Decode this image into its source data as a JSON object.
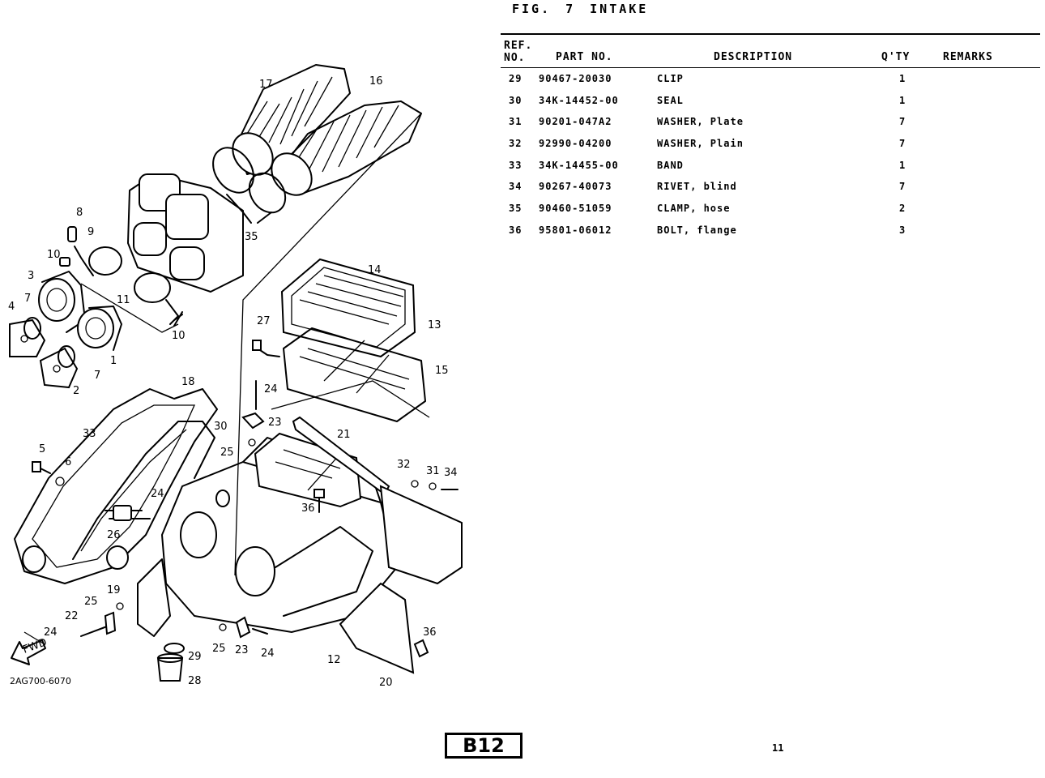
{
  "figure": {
    "label": "FIG.",
    "number": "7",
    "title": "INTAKE"
  },
  "table": {
    "headers": {
      "ref_line1": "REF.",
      "ref_line2": "NO.",
      "part_no": "PART NO.",
      "description": "DESCRIPTION",
      "qty": "Q'TY",
      "remarks": "REMARKS"
    },
    "rows": [
      {
        "ref": "29",
        "part_no": "90467-20030",
        "description": "CLIP",
        "qty": "1",
        "remarks": ""
      },
      {
        "ref": "30",
        "part_no": "34K-14452-00",
        "description": "SEAL",
        "qty": "1",
        "remarks": ""
      },
      {
        "ref": "31",
        "part_no": "90201-047A2",
        "description": "WASHER, Plate",
        "qty": "7",
        "remarks": ""
      },
      {
        "ref": "32",
        "part_no": "92990-04200",
        "description": "WASHER, Plain",
        "qty": "7",
        "remarks": ""
      },
      {
        "ref": "33",
        "part_no": "34K-14455-00",
        "description": "BAND",
        "qty": "1",
        "remarks": ""
      },
      {
        "ref": "34",
        "part_no": "90267-40073",
        "description": "RIVET, blind",
        "qty": "7",
        "remarks": ""
      },
      {
        "ref": "35",
        "part_no": "90460-51059",
        "description": "CLAMP, hose",
        "qty": "2",
        "remarks": ""
      },
      {
        "ref": "36",
        "part_no": "95801-06012",
        "description": "BOLT, flange",
        "qty": "3",
        "remarks": ""
      }
    ]
  },
  "diagram": {
    "illustration_code": "2AG700-6070",
    "front_marker": "FWD",
    "callouts": [
      "17",
      "16",
      "8",
      "9",
      "35",
      "10",
      "3",
      "11",
      "14",
      "7",
      "4",
      "10",
      "1",
      "27",
      "13",
      "7",
      "2",
      "24",
      "15",
      "18",
      "33",
      "30",
      "23",
      "21",
      "5",
      "25",
      "6",
      "32",
      "31",
      "34",
      "24",
      "36",
      "26",
      "19",
      "25",
      "22",
      "36",
      "24",
      "29",
      "25",
      "23",
      "24",
      "12",
      "28",
      "20"
    ]
  },
  "footer": {
    "badge": "B12",
    "page_number": "11"
  }
}
